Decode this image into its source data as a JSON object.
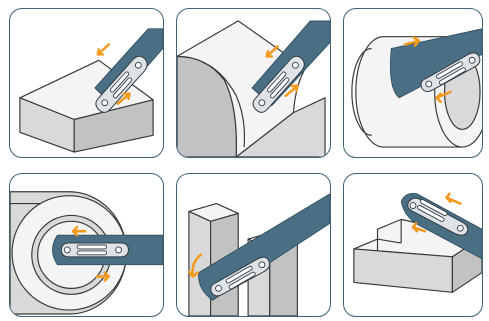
{
  "figure": {
    "panels": [
      {
        "id": "p1",
        "workpiece": "flat-block-edge"
      },
      {
        "id": "p2",
        "workpiece": "curved-block"
      },
      {
        "id": "p3",
        "workpiece": "cylinder-outer"
      },
      {
        "id": "p4",
        "workpiece": "tube-inner"
      },
      {
        "id": "p5",
        "workpiece": "twin-posts"
      },
      {
        "id": "p6",
        "workpiece": "stepped-block"
      }
    ],
    "colors": {
      "frame": "#3f6478",
      "belt": "#4a6e84",
      "arrow": "#f39a1e",
      "workpiece_light": "#f4f4f4",
      "workpiece_shade": "#d9d9d9"
    }
  }
}
